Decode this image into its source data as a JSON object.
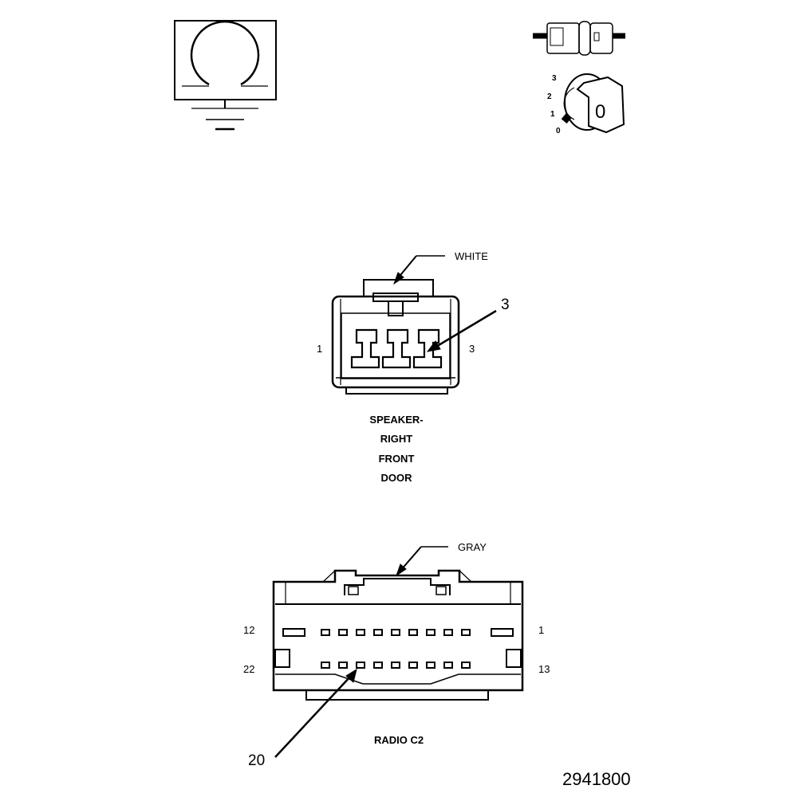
{
  "legend": {
    "key_positions": [
      "3",
      "2",
      "1",
      "0"
    ],
    "key_glyph": "0"
  },
  "speaker_connector": {
    "color_label": "WHITE",
    "pin_callout": "3",
    "pin_left": "1",
    "pin_right": "3",
    "name_lines": [
      "SPEAKER-",
      "RIGHT",
      "FRONT",
      "DOOR"
    ]
  },
  "radio_connector": {
    "color_label": "GRAY",
    "pin_top_left": "12",
    "pin_top_right": "1",
    "pin_bottom_left": "22",
    "pin_bottom_right": "13",
    "pin_callout": "20",
    "name": "RADIO C2"
  },
  "figure_number": "2941800"
}
